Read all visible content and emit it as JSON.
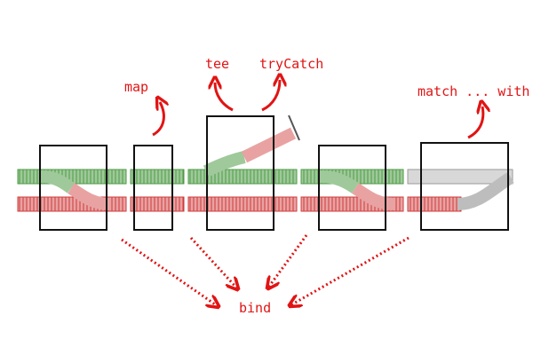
{
  "labels": {
    "map": "map",
    "tee": "tee",
    "try_catch": "tryCatch",
    "match_with": "match ... with",
    "bind": "bind"
  },
  "colors": {
    "success_track": "#9fc99a",
    "success_ties": "#4e9a45",
    "failure_track": "#e9a2a2",
    "failure_ties": "#cf3b3b",
    "box_stroke": "#111111",
    "annotation": "#e11414",
    "grey_track": "#bdbdbd"
  },
  "icons": {
    "curved_arrow": "curved-arrow-icon",
    "dotted_arrow": "dotted-arrow-icon"
  },
  "segments": [
    "two-track-switch",
    "map-adapter",
    "tee-adapter",
    "two-track-switch-2",
    "match-with-adapter"
  ]
}
